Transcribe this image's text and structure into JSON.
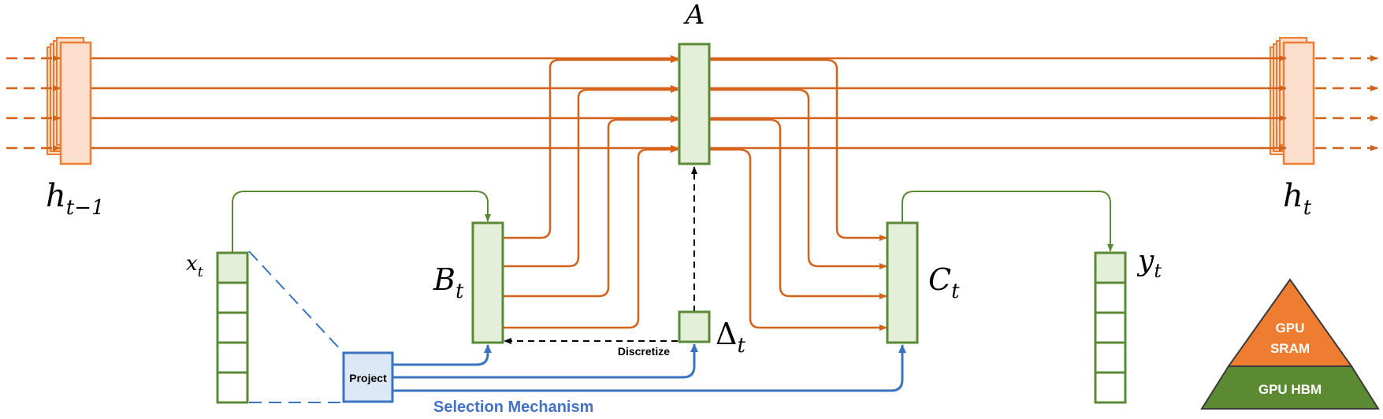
{
  "labels": {
    "A": "A",
    "h_prev": "h",
    "h_prev_sub": "t−1",
    "h_next": "h",
    "h_next_sub": "t",
    "x": "x",
    "x_sub": "t",
    "y": "y",
    "y_sub": "t",
    "B": "B",
    "B_sub": "t",
    "C": "C",
    "C_sub": "t",
    "delta": "Δ",
    "delta_sub": "t",
    "discretize": "Discretize",
    "project": "Project",
    "selection_mechanism": "Selection Mechanism"
  },
  "pyramid": {
    "top_line1": "GPU",
    "top_line2": "SRAM",
    "bottom": "GPU HBM"
  },
  "colors": {
    "orange": "#d4621a",
    "orange_fill": "#fbdfcc",
    "green": "#5a8a35",
    "green_fill": "#e3efd8",
    "blue": "#3a74c0",
    "blue_fill": "#dde8f6",
    "pyramid_orange": "#ee7d31",
    "pyramid_green": "#5b8a32",
    "selection_text": "#4472c4"
  }
}
